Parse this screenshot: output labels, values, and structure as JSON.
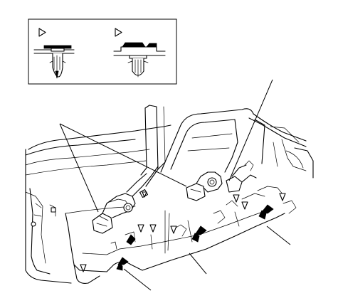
{
  "figure": {
    "inset_markers": [
      "triangle-marker",
      "triangle-marker"
    ],
    "clip_markers": [
      "triangle-marker",
      "triangle-marker",
      "triangle-marker",
      "triangle-marker",
      "triangle-marker",
      "triangle-marker",
      "triangle-marker",
      "triangle-marker"
    ],
    "clip_direction_arrows": [
      "up-arrow",
      "up-arrow",
      "up-arrow",
      "up-arrow"
    ],
    "callout_leaders": [
      "leader-line",
      "leader-line",
      "leader-line",
      "leader-line",
      "leader-line",
      "leader-line"
    ],
    "colors": {
      "ink": "#000000",
      "paper": "#ffffff"
    }
  }
}
